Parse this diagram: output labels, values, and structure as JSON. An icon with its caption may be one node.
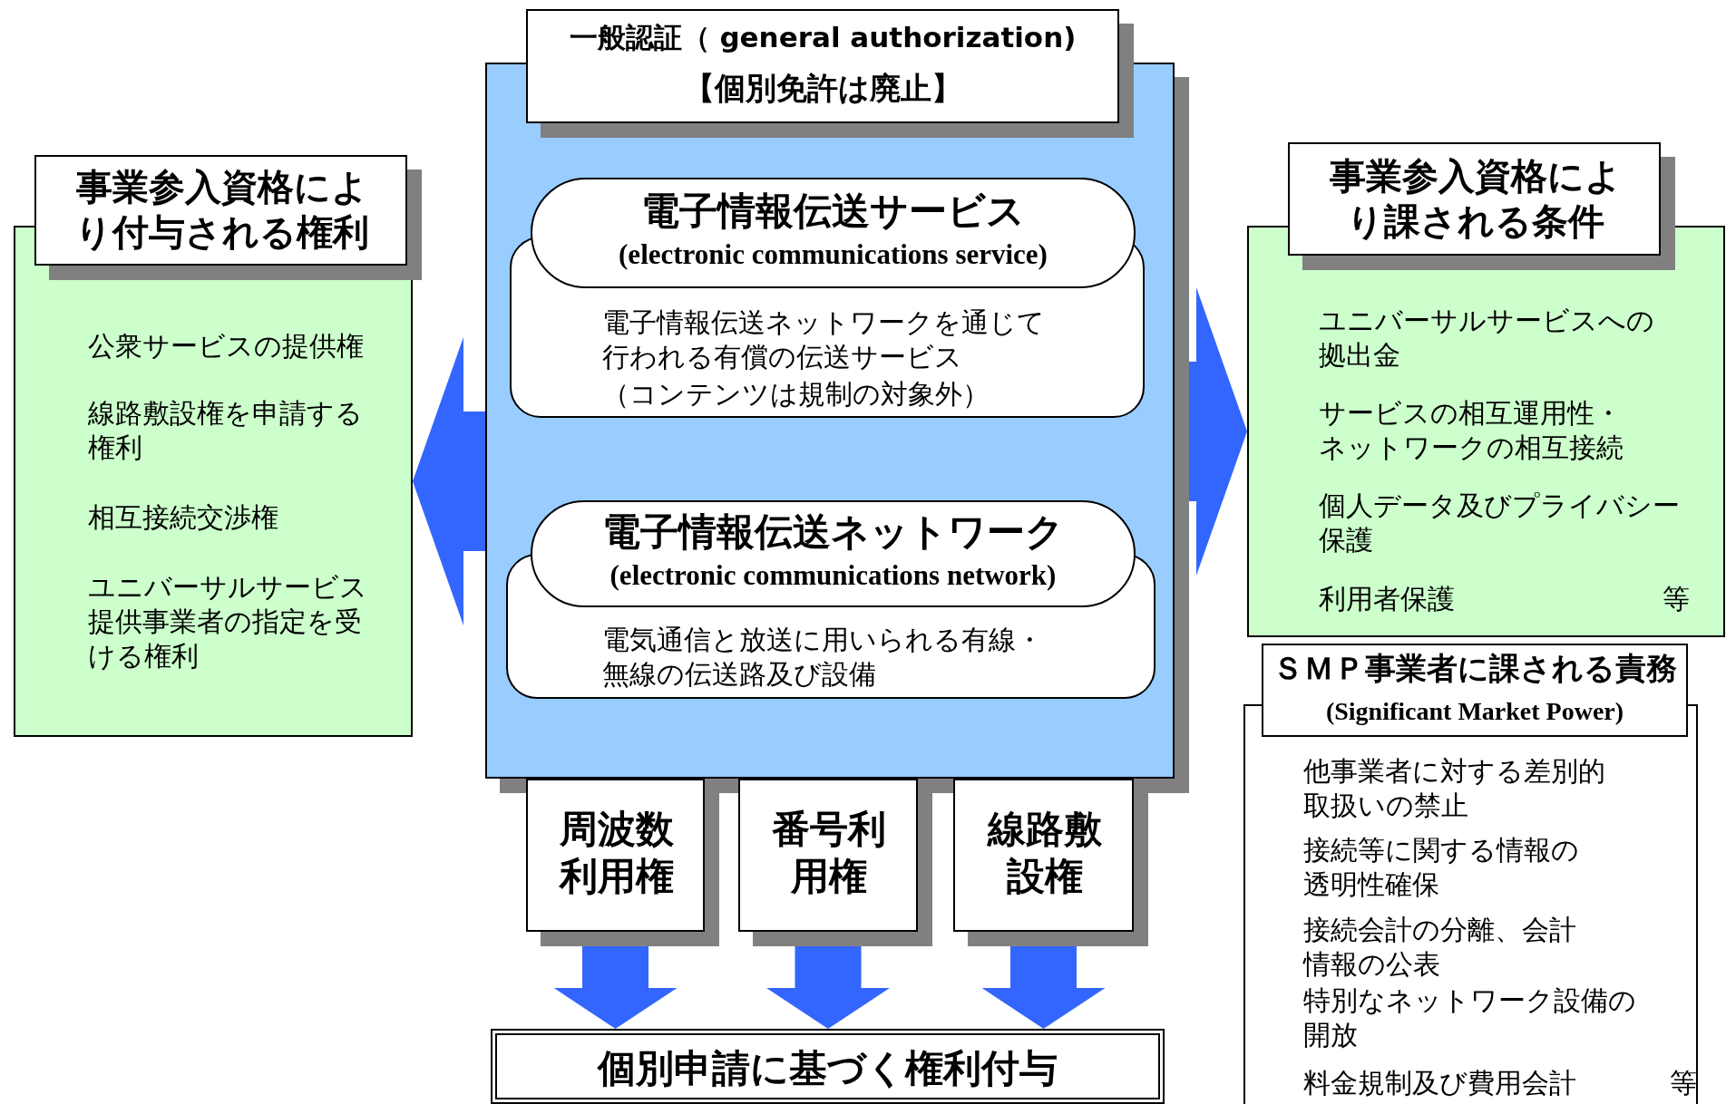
{
  "diagram": {
    "nodes": [
      {
        "text": [
          "一般認証（ general authorization)",
          "【個別免許は廃止】"
        ]
      },
      {
        "text": [
          "電子情報伝送サービス",
          "(electronic communications service)",
          "電子情報伝送ネットワークを通じて行われる有償の伝送サービス",
          "（コンテンツは規制の対象外）"
        ],
        "in": 0
      },
      {
        "text": [
          "電子情報伝送ネットワーク",
          "(electronic communications network)",
          "電気通信と放送に用いられる有線・無線の伝送路及び設備"
        ],
        "in": 0
      },
      {
        "text": [
          "周波数利用権"
        ]
      },
      {
        "text": [
          "番号利用権"
        ]
      },
      {
        "text": [
          "線路敷設権"
        ]
      },
      {
        "text": [
          "個別申請に基づく権利付与"
        ]
      },
      {
        "text": [
          "事業参入資格により付与される権利",
          "公衆サービスの提供権",
          "線路敷設権を申請する権利",
          "相互接続交渉権",
          "ユニバーサルサービス提供事業者の指定を受ける権利"
        ]
      },
      {
        "text": [
          "事業参入資格により課される条件",
          "ユニバーサルサービスへの拠出金",
          "サービスの相互運用性・ネットワークの相互接続",
          "個人データ及びプライバシー保護",
          "利用者保護",
          "等"
        ]
      },
      {
        "text": [
          "ＳＭＰ事業者に課される責務",
          "(Significant Market Power)",
          "他事業者に対する差別的取扱いの禁止",
          "接続等に関する情報の透明性確保",
          "接続会計の分離、会計情報の公表",
          "特別なネットワーク設備の開放",
          "料金規制及び費用会計",
          "等"
        ]
      }
    ],
    "edges": [
      {
        "from": 0,
        "to": 7,
        "arrow": "to",
        "style": "thick"
      },
      {
        "from": 0,
        "to": 8,
        "arrow": "to",
        "style": "thick"
      },
      {
        "from": 3,
        "to": 6,
        "arrow": "to"
      },
      {
        "from": 4,
        "to": 6,
        "arrow": "to"
      },
      {
        "from": 5,
        "to": 6,
        "arrow": "to"
      }
    ]
  }
}
